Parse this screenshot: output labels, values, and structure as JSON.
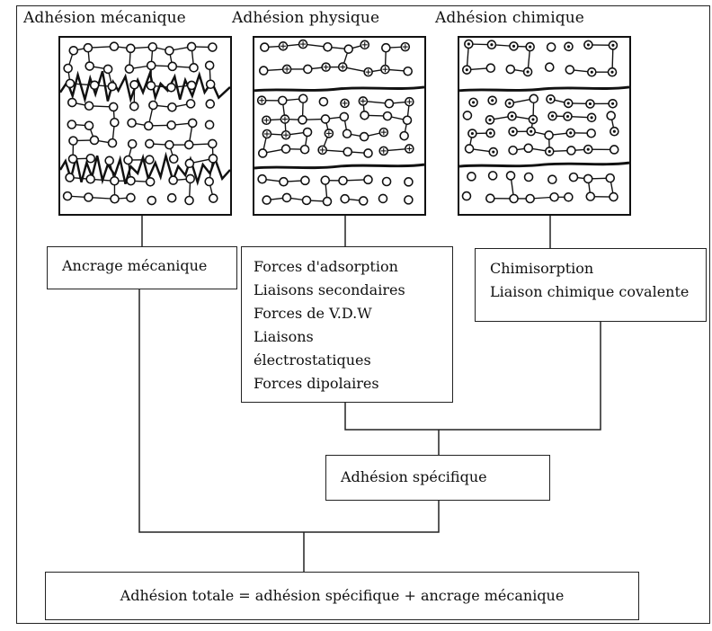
{
  "titles": {
    "mechanical": "Adhésion mécanique",
    "physical": "Adhésion physique",
    "chemical": "Adhésion chimique"
  },
  "boxes": {
    "mechanical_anchor": "Ancrage mécanique",
    "physical_forces": [
      "Forces d'adsorption",
      "Liaisons secondaires",
      "Forces de V.D.W",
      "Liaisons",
      "électrostatiques",
      "Forces dipolaires"
    ],
    "chemical_bonds": [
      "Chimisorption",
      "Liaison chimique covalente"
    ],
    "specific_adhesion": "Adhésion spécifique",
    "total_adhesion": "Adhésion totale = adhésion spécifique + ancrage mécanique"
  },
  "colors": {
    "ink": "#111111",
    "background": "#ffffff"
  }
}
